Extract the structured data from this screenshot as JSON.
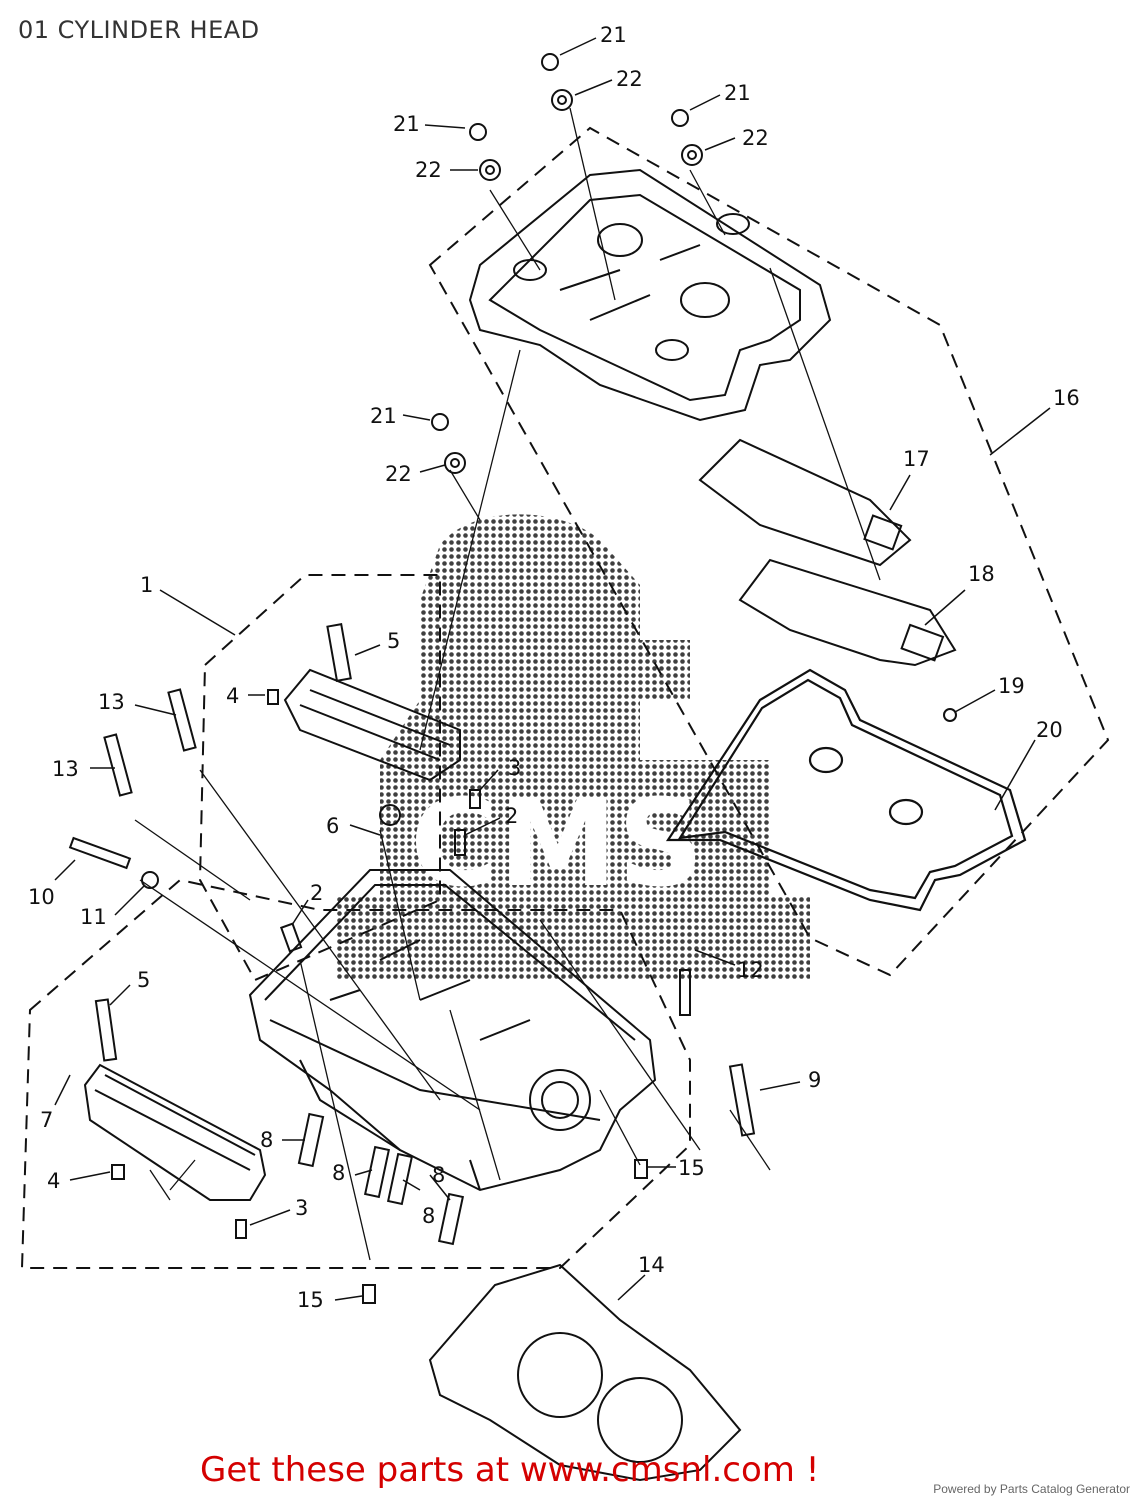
{
  "page_title": "01 CYLINDER HEAD",
  "callouts": {
    "c1": "1",
    "c2a": "2",
    "c2b": "2",
    "c3a": "3",
    "c3b": "3",
    "c4a": "4",
    "c4b": "4",
    "c5a": "5",
    "c5b": "5",
    "c6": "6",
    "c7": "7",
    "c8a": "8",
    "c8b": "8",
    "c8c": "8",
    "c8d": "8",
    "c9": "9",
    "c10": "10",
    "c11": "11",
    "c12": "12",
    "c13a": "13",
    "c13b": "13",
    "c14": "14",
    "c15a": "15",
    "c15b": "15",
    "c16": "16",
    "c17": "17",
    "c18": "18",
    "c19": "19",
    "c20": "20",
    "c21a": "21",
    "c21b": "21",
    "c21c": "21",
    "c21d": "21",
    "c22a": "22",
    "c22b": "22",
    "c22c": "22",
    "c22d": "22"
  },
  "watermark": {
    "text": "CMS",
    "color": "#000000"
  },
  "footer": {
    "cta_text": "Get these parts at www.cmsnl.com !",
    "cta_color": "#d40000",
    "powered_by": "Powered by Parts Catalog Generator"
  }
}
